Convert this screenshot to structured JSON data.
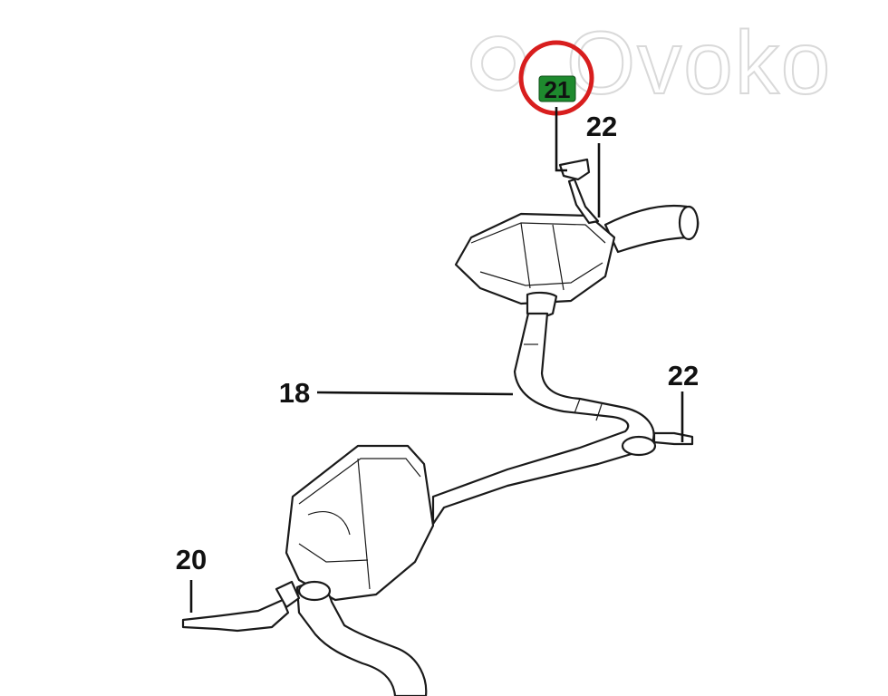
{
  "watermark": {
    "text": "Ovoko"
  },
  "colors": {
    "highlight_fill": "#1e8a2e",
    "highlight_ring": "#d81e1e"
  },
  "labels": {
    "highlighted": "21",
    "hanger_top": "22",
    "hanger_right": "22",
    "pipe": "18",
    "hanger_left": "20"
  }
}
